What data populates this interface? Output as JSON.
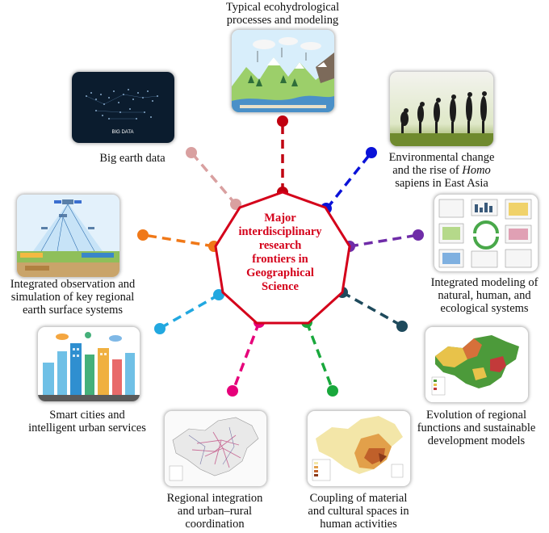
{
  "center": {
    "lines": [
      "Major",
      "interdisciplinary",
      "research",
      "frontiers in",
      "Geographical",
      "Science"
    ],
    "color": "#d4001a"
  },
  "topics": [
    {
      "id": "ecohydrology",
      "lines": [
        "Typical ecohydrological",
        "processes and modeling"
      ],
      "color": "#c00010",
      "icon": "mountain-water-cycle-icon"
    },
    {
      "id": "homo-sapiens",
      "lines": [
        "Environmental change",
        "and the rise of ",
        "sapiens in East Asia"
      ],
      "italic": "Homo",
      "color": "#0a12d8",
      "icon": "human-evolution-icon"
    },
    {
      "id": "integrated-modeling",
      "lines": [
        "Integrated modeling of",
        "natural, human, and",
        "ecological systems"
      ],
      "color": "#6f2ca8",
      "icon": "model-flowchart-icon"
    },
    {
      "id": "regional-functions",
      "lines": [
        "Evolution of regional",
        "functions and sustainable",
        "development models"
      ],
      "color": "#1e4a5c",
      "icon": "china-landcover-map-icon"
    },
    {
      "id": "material-cultural",
      "lines": [
        "Coupling of material",
        "and cultural spaces in",
        "human activities"
      ],
      "color": "#19a83c",
      "icon": "china-choropleth-map-icon"
    },
    {
      "id": "regional-integration",
      "lines": [
        "Regional integration",
        "and urban–rural",
        "coordination"
      ],
      "color": "#e6007a",
      "icon": "china-network-map-icon"
    },
    {
      "id": "smart-cities",
      "lines": [
        "Smart cities and",
        "intelligent urban services"
      ],
      "color": "#22a8e0",
      "icon": "smart-city-icon"
    },
    {
      "id": "observation",
      "lines": [
        "Integrated observation and",
        "simulation of key regional",
        "earth surface systems"
      ],
      "color": "#f07818",
      "icon": "satellite-observation-icon"
    },
    {
      "id": "big-data",
      "lines": [
        "Big earth data"
      ],
      "color": "#d9a0a0",
      "icon": "big-data-globe-icon"
    }
  ],
  "thumbnail_text": {
    "big_data": "BIG DATA"
  }
}
